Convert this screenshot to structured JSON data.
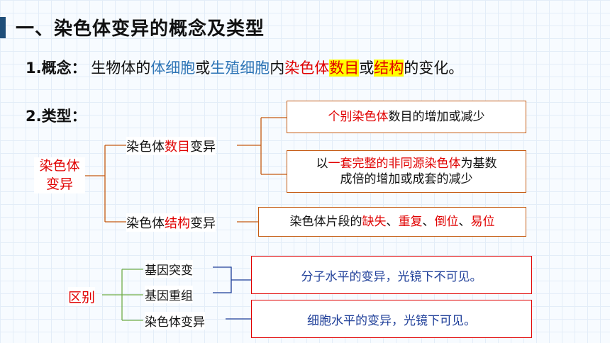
{
  "title": "一、染色体变异的概念及类型",
  "concept": {
    "label": "1.概念：",
    "s1": "生物体的",
    "s2": "体细胞",
    "s3": "或",
    "s4": "生殖细胞",
    "s5": "内",
    "s6": "染色体",
    "s7": "数目",
    "s8": "或",
    "s9": "结构",
    "s10": "的变化。"
  },
  "types": {
    "label": "2.类型：",
    "root": [
      "染色体",
      "变异"
    ],
    "number_node": {
      "a": "染色体",
      "b": "数目",
      "c": "变异"
    },
    "structure_node": {
      "a": "染色体",
      "b": "结构",
      "c": "变异"
    },
    "number_box1": {
      "a": "个别染色体",
      "b": "数目的增加或减少"
    },
    "number_box2": {
      "a": "以",
      "b": "一套完整的非同源染色体",
      "c": "为基数",
      "d": "成倍的增加或成套的减少"
    },
    "structure_box": {
      "a": "染色体片段的",
      "b": "缺失",
      "c": "、",
      "d": "重复",
      "e": "、",
      "f": "倒位",
      "g": "、",
      "h": "易位"
    }
  },
  "difference": {
    "label": "区别",
    "items": [
      "基因突变",
      "基因重组",
      "染色体变异"
    ],
    "box1": "分子水平的变异，光镜下不可见。",
    "box2": "细胞水平的变异，光镜下可见。"
  },
  "colors": {
    "accent_red": "#e00000",
    "accent_blue": "#2e75b6",
    "highlight": "#ffff00",
    "box_border": "#c55a11",
    "green_line": "#70ad47",
    "navy_line": "#1f3f99"
  }
}
